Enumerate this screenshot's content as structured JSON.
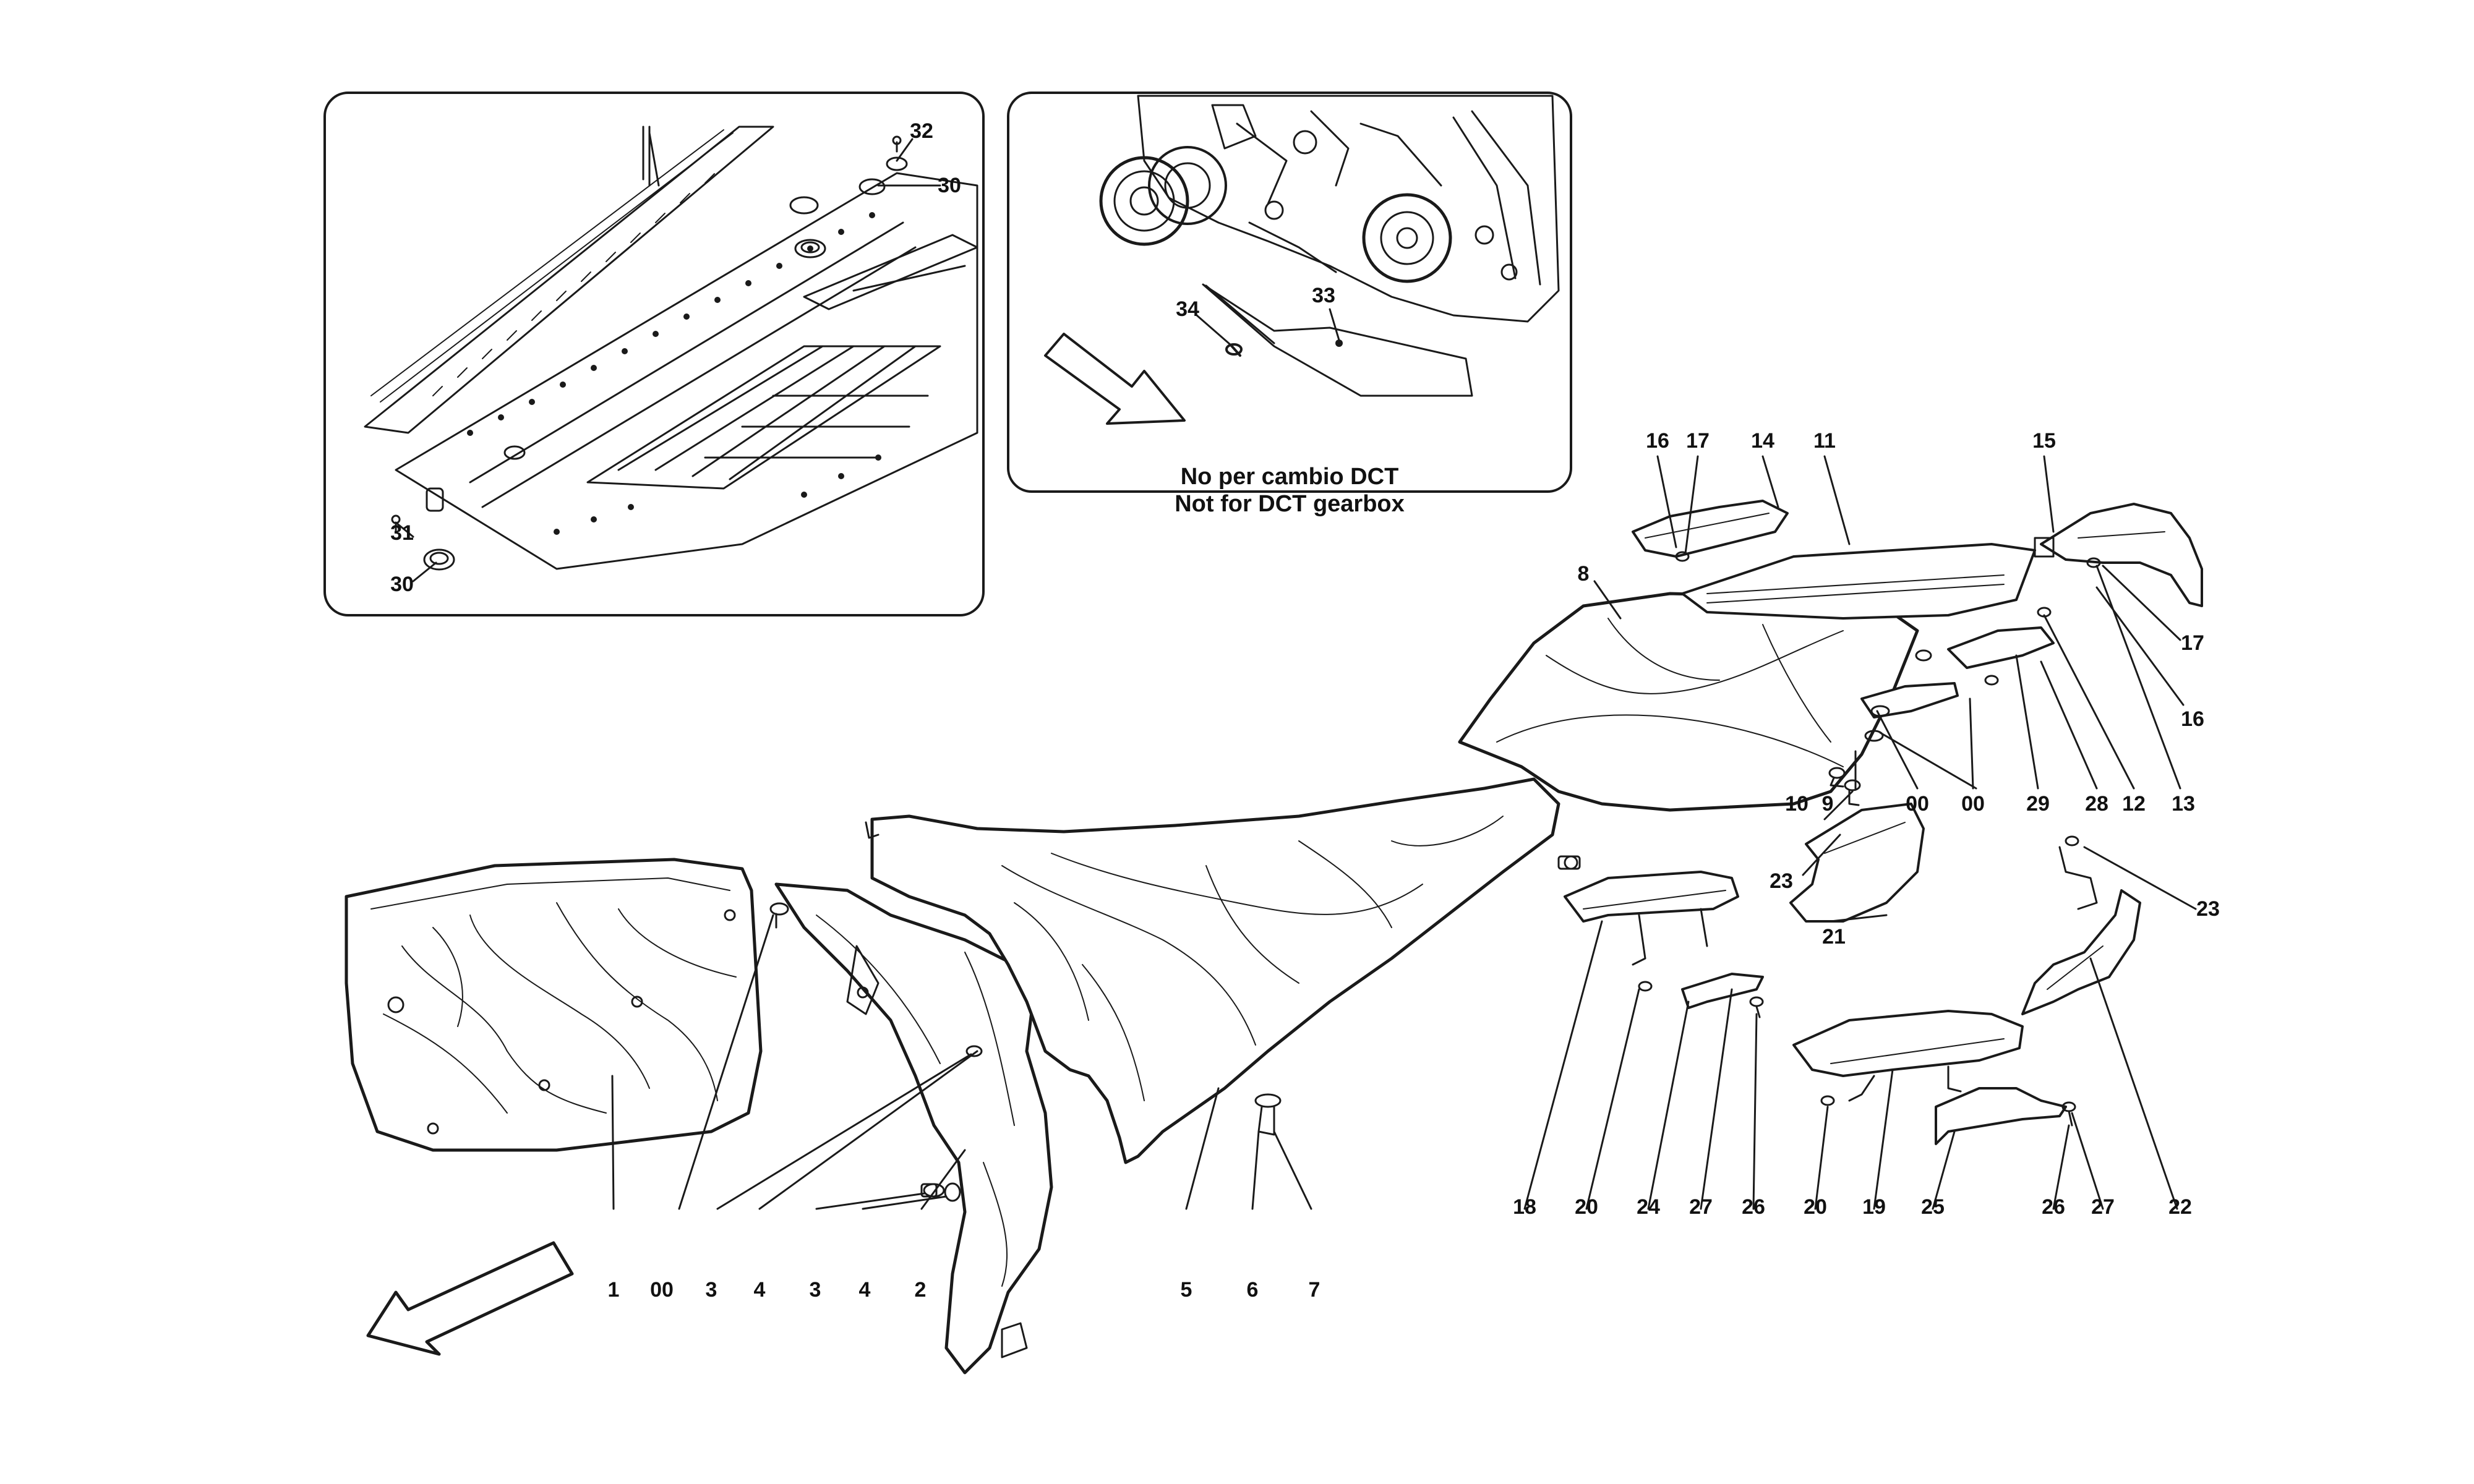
{
  "diagram": {
    "note": {
      "line1": "No per cambio DCT",
      "line2": "Not for DCT gearbox"
    },
    "callouts": {
      "i1_32": "32",
      "i1_30a": "30",
      "i1_31": "31",
      "i1_30b": "30",
      "i2_34": "34",
      "i2_33": "33",
      "t16a": "16",
      "t17a": "17",
      "t14": "14",
      "t11": "11",
      "t15": "15",
      "t8": "8",
      "t17b": "17",
      "t16b": "16",
      "r10": "10",
      "r9": "9",
      "r00a": "00",
      "r00b": "00",
      "r29": "29",
      "r28": "28",
      "r12": "12",
      "r13": "13",
      "r23a": "23",
      "r23b": "23",
      "r21": "21",
      "b1": "1",
      "b00": "00",
      "b3a": "3",
      "b4a": "4",
      "b3b": "3",
      "b4b": "4",
      "b2": "2",
      "b5": "5",
      "b6": "6",
      "b7": "7",
      "b18": "18",
      "b20a": "20",
      "b24": "24",
      "b27a": "27",
      "b26a": "26",
      "b20b": "20",
      "b19": "19",
      "b25": "25",
      "b26b": "26",
      "b27b": "27",
      "b22": "22"
    }
  }
}
